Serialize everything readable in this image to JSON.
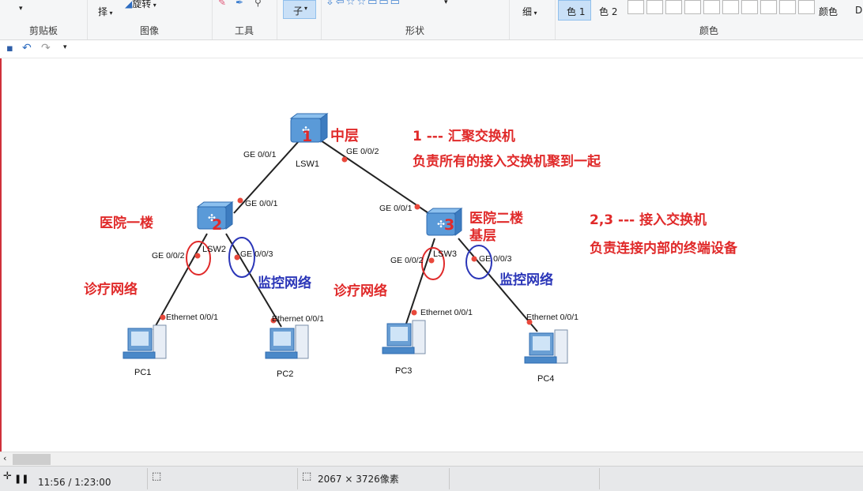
{
  "ribbon": {
    "clipboard_group": "剪贴板",
    "image_group": "图像",
    "tools_group": "工具",
    "shapes_group": "形状",
    "colors_group": "颜色",
    "select_label": "择",
    "rotate_label": "旋转",
    "size_label": "子",
    "thickness_label": "细",
    "color1_label": "色 1",
    "color2_label": "色 2",
    "edit_colors_label": "颜色",
    "cut_d": "D"
  },
  "canvas": {
    "nodes": {
      "lsw1": "LSW1",
      "lsw2": "LSW2",
      "lsw3": "LSW3",
      "pc1": "PC1",
      "pc2": "PC2",
      "pc3": "PC3",
      "pc4": "PC4"
    },
    "ports": {
      "lsw1_ge1": "GE 0/0/1",
      "lsw1_ge2": "GE 0/0/2",
      "lsw2_ge1": "GE 0/0/1",
      "lsw2_ge2": "GE 0/0/2",
      "lsw2_ge3": "GE 0/0/3",
      "lsw3_ge1": "GE 0/0/1",
      "lsw3_ge2": "GE 0/0/2",
      "lsw3_ge3": "GE 0/0/3",
      "pc1_eth": "Ethernet 0/0/1",
      "pc2_eth": "Ethernet 0/0/1",
      "pc3_eth": "Ethernet 0/0/1",
      "pc4_eth": "Ethernet 0/0/1"
    },
    "annotations": {
      "num1": "1",
      "num2": "2",
      "num3": "3",
      "middle_layer": "中层",
      "agg_title": "1 --- 汇聚交换机",
      "agg_desc": "负责所有的接入交换机聚到一起",
      "floor1": "医院一楼",
      "floor2": "医院二楼",
      "basement": "基层",
      "access_title": "2,3 --- 接入交换机",
      "access_desc": "负责连接内部的终端设备",
      "medical_net_1": "诊疗网络",
      "monitor_net_1": "监控网络",
      "medical_net_2": "诊疗网络",
      "monitor_net_2": "监控网络"
    }
  },
  "status": {
    "time": "11:56 / 1:23:00",
    "image_size": "2067 × 3726像素"
  },
  "colors": {
    "annotation_red": "#e02a2a",
    "annotation_blue": "#2b36b8",
    "port_dot": "#e8483b"
  }
}
